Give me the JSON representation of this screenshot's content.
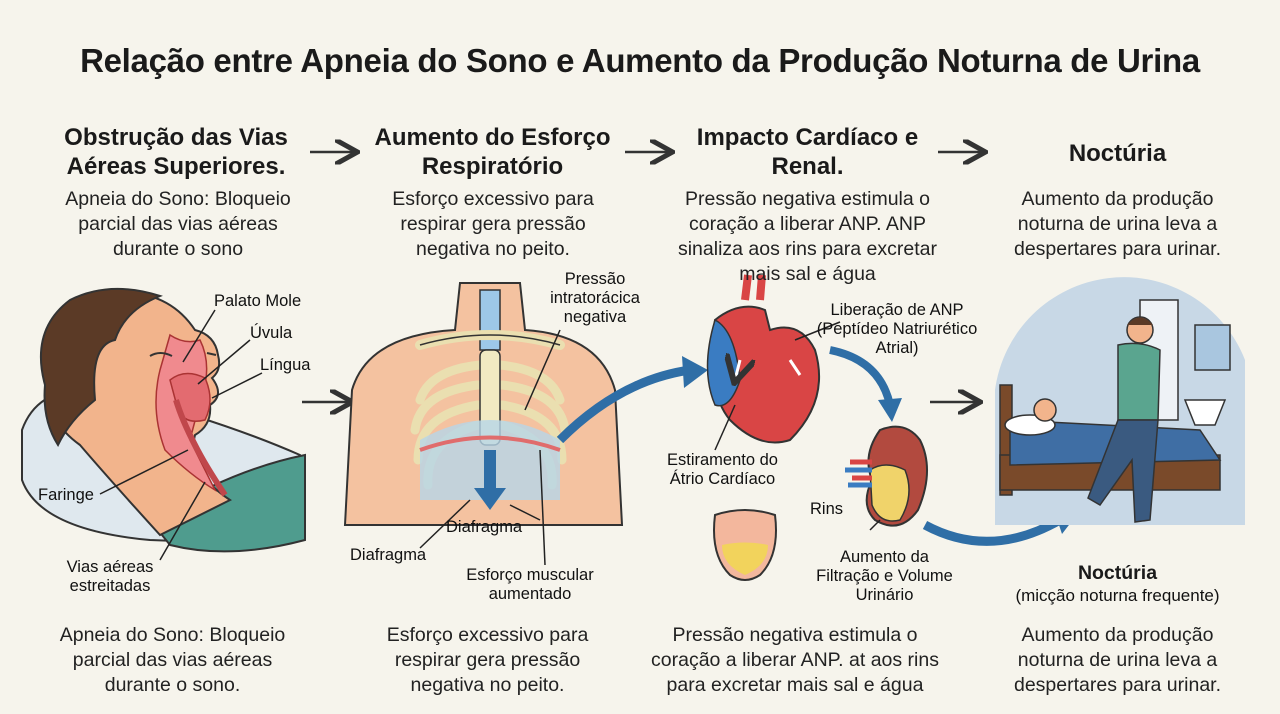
{
  "title": "Relação entre Apneia do Sono e Aumento da Produção Noturna de Urina",
  "steps": [
    {
      "heading": "Obstrução das Vias Aéreas Superiores.",
      "desc": "Apneia do Sono: Bloqueio parcial das vias aéreas durante o sono",
      "caption": "Apneia do Sono: Bloqueio parcial das vias aéreas durante o sono."
    },
    {
      "heading": "Aumento do Esforço Respiratório",
      "desc": "Esforço excessivo para respirar gera pressão negativa no peito.",
      "caption": "Esforço excessivo para respirar gera pressão negativa no peito."
    },
    {
      "heading": "Impacto Cardíaco e Renal.",
      "desc": "Pressão negativa estimula o coração a liberar ANP. ANP sinaliza aos rins para excretar mais sal e água",
      "caption": "Pressão negativa estimula o coração a liberar ANP. at aos rins para excretar mais sal e água"
    },
    {
      "heading": "Noctúria",
      "desc": "Aumento da produção noturna de urina leva a despertares para urinar.",
      "caption": "Aumento da produção noturna de urina leva a despertares para urinar."
    }
  ],
  "labels": {
    "palato": "Palato Mole",
    "uvula": "Úvula",
    "lingua": "Língua",
    "faringe": "Faringe",
    "vias": "Vias aéreas estreitadas",
    "pressao": "Pressão intratorácica negativa",
    "diafragma1": "Diafragma",
    "diafragma2": "Diafragma",
    "esforco": "Esforço muscular aumentado",
    "liberacao": "Liberação de ANP (Peptídeo Natriurético Atrial)",
    "estiramento": "Estiramento do Átrio Cardíaco",
    "rins": "Rins",
    "filtracao": "Aumento da Filtração e Volume Urinário",
    "nocturia": "Noctúria",
    "miccao": "(micção noturna frequente)"
  }
}
